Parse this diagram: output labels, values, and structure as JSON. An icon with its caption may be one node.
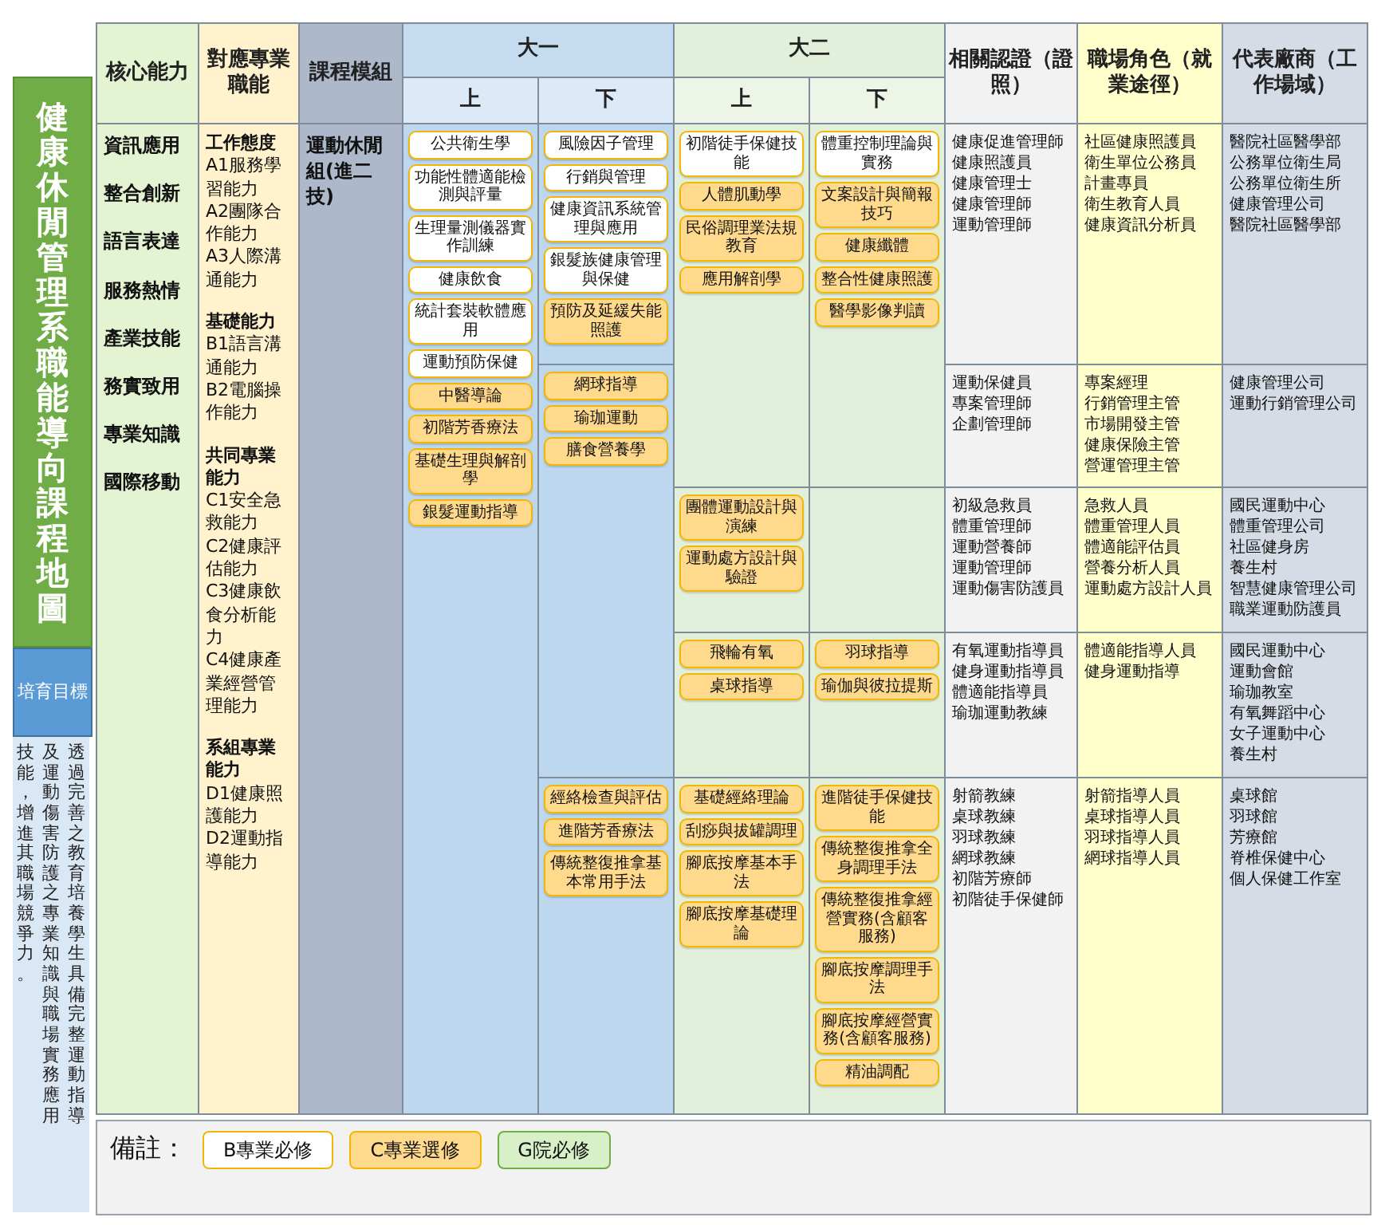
{
  "diagram": {
    "title": "健康休閒管理系職能導向課程地圖",
    "nodes": [
      {
        "text": [
          "公共衛生學"
        ]
      },
      {
        "text": [
          "功能性體適能檢測與評量"
        ]
      },
      {
        "text": [
          "生理量測儀器實作訓練"
        ]
      },
      {
        "text": [
          "健康飲食"
        ]
      },
      {
        "text": [
          "統計套裝軟體應用"
        ]
      },
      {
        "text": [
          "運動預防保健"
        ]
      },
      {
        "text": [
          "中醫導論"
        ]
      },
      {
        "text": [
          "初階芳香療法"
        ]
      },
      {
        "text": [
          "基礎生理與解剖學"
        ]
      },
      {
        "text": [
          "銀髮運動指導"
        ]
      },
      {
        "text": [
          "風險因子管理"
        ]
      },
      {
        "text": [
          "行銷與管理"
        ]
      },
      {
        "text": [
          "健康資訊系統管理與應用"
        ]
      },
      {
        "text": [
          "銀髮族健康管理與保健"
        ]
      },
      {
        "text": [
          "預防及延緩失能照護"
        ]
      },
      {
        "text": [
          "網球指導"
        ]
      },
      {
        "text": [
          "瑜珈運動"
        ]
      },
      {
        "text": [
          "膳食營養學"
        ]
      },
      {
        "text": [
          "經絡檢查與評估"
        ]
      },
      {
        "text": [
          "進階芳香療法"
        ]
      },
      {
        "text": [
          "傳統整復推拿基本常用手法"
        ]
      },
      {
        "text": [
          "初階徒手保健技能"
        ]
      },
      {
        "text": [
          "人體肌動學"
        ]
      },
      {
        "text": [
          "民俗調理業法規教育"
        ]
      },
      {
        "text": [
          "應用解剖學"
        ]
      },
      {
        "text": [
          "團體運動設計與演練"
        ]
      },
      {
        "text": [
          "運動處方設計與驗證"
        ]
      },
      {
        "text": [
          "飛輪有氧"
        ]
      },
      {
        "text": [
          "桌球指導"
        ]
      },
      {
        "text": [
          "基礎經絡理論"
        ]
      },
      {
        "text": [
          "刮痧與拔罐調理"
        ]
      },
      {
        "text": [
          "腳底按摩基本手法"
        ]
      },
      {
        "text": [
          "腳底按摩基礎理論"
        ]
      },
      {
        "text": [
          "體重控制理論與實務"
        ]
      },
      {
        "text": [
          "文案設計與簡報技巧"
        ]
      },
      {
        "text": [
          "健康纖體"
        ]
      },
      {
        "text": [
          "整合性健康照護"
        ]
      },
      {
        "text": [
          "醫學影像判讀"
        ]
      },
      {
        "text": [
          "羽球指導"
        ]
      },
      {
        "text": [
          "瑜伽與彼拉提斯"
        ]
      },
      {
        "text": [
          "進階徒手保健技能"
        ]
      },
      {
        "text": [
          "傳統整復推拿全身調理手法"
        ]
      },
      {
        "text": [
          "傳統整復推拿經營實務(含顧客服務)"
        ]
      },
      {
        "text": [
          "腳底按摩調理手法"
        ]
      },
      {
        "text": [
          "腳底按摩經營實務(含顧客服務)"
        ]
      },
      {
        "text": [
          "精油調配"
        ]
      }
    ],
    "labels": [
      "核心能力",
      "對應專業職能",
      "課程模組",
      "大一",
      "大二",
      "上",
      "下",
      "上",
      "下",
      "相關認證（證照）",
      "職場角色（就業途徑）",
      "代表廠商（工作場域）",
      "資訊應用",
      "整合創新",
      "語言表達",
      "服務熱情",
      "產業技能",
      "務實致用",
      "專業知識",
      "國際移動",
      "工作態度",
      "A1服務學習能力",
      "A2團隊合作能力",
      "A3人際溝通能力",
      "基礎能力",
      "B1語言溝通能力",
      "B2電腦操作能力",
      "共同專業能力",
      "C1安全急救能力",
      "C2健康評估能力",
      "C3健康飲食分析能力",
      "C4健康產業經營管理能力",
      "系組專業能力",
      "D1健康照護能力",
      "D2運動指導能力",
      "運動休閒組(進二技)",
      "健康促進管理師",
      "健康照護員",
      "健康管理士",
      "健康管理師",
      "運動管理師",
      "社區健康照護員",
      "衛生單位公務員",
      "計畫專員",
      "衛生教育人員",
      "健康資訊分析員",
      "醫院社區醫學部",
      "公務單位衛生局",
      "公務單位衛生所",
      "健康管理公司",
      "醫院社區醫學部",
      "運動保健員",
      "專案管理師",
      "企劃管理師",
      "專案經理",
      "行銷管理主管",
      "市場開發主管",
      "健康保險主管",
      "營運管理主管",
      "健康管理公司",
      "運動行銷管理公司",
      "初級急救員",
      "體重管理師",
      "運動營養師",
      "運動管理師",
      "運動傷害防護員",
      "急救人員",
      "體重管理人員",
      "體適能評估員",
      "營養分析人員",
      "運動處方設計人員",
      "國民運動中心",
      "體重管理公司",
      "社區健身房",
      "養生村",
      "智慧健康管理公司",
      "職業運動防護員",
      "有氧運動指導員",
      "健身運動指導員",
      "體適能指導員",
      "瑜珈運動教練",
      "體適能指導人員",
      "健身運動指導",
      "國民運動中心",
      "運動會館",
      "瑜珈教室",
      "有氧舞蹈中心",
      "女子運動中心",
      "養生村",
      "射箭教練",
      "桌球教練",
      "羽球教練",
      "網球教練",
      "初階芳療師",
      "初階徒手保健師",
      "射箭指導人員",
      "桌球指導人員",
      "羽球指導人員",
      "網球指導人員",
      "桌球館",
      "羽球館",
      "芳療館",
      "脊椎保健中心",
      "個人保健工作室",
      "培育目標",
      "技能，增進其職場競爭力。",
      "及運動傷害防護之專業知識與職場實務應用",
      "透過完善之教育培養學生具備完整運動指導",
      "備註："
    ],
    "legend": [
      {
        "text": "B專業必修",
        "color": "#ffffff"
      },
      {
        "text": "C專業選修",
        "color": "#ffd98c"
      },
      {
        "text": "G院必修",
        "color": "#d8f0c8"
      }
    ]
  }
}
